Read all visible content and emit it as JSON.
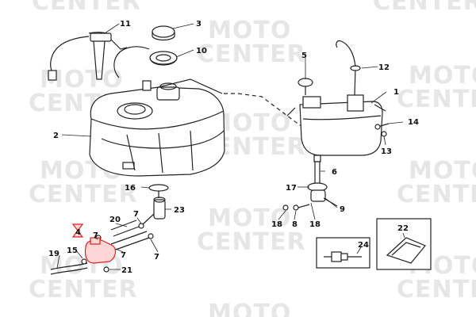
{
  "watermark": {
    "line1": "MOTO",
    "line2": "CENTER"
  },
  "callouts": {
    "c1": "1",
    "c2": "2",
    "c3": "3",
    "c4": "4",
    "c5": "5",
    "c6": "6",
    "c7a": "7",
    "c7b": "7",
    "c7c": "7",
    "c8": "8",
    "c9": "9",
    "c10": "10",
    "c11": "11",
    "c12": "12",
    "c13": "13",
    "c14": "14",
    "c15": "15",
    "c16": "16",
    "c17": "17",
    "c18a": "18",
    "c18b": "18",
    "c19": "19",
    "c20": "20",
    "c21": "21",
    "c22": "22",
    "c23": "23",
    "c24": "24"
  },
  "colors": {
    "highlight": "#e02020",
    "ink": "#222222",
    "watermark": "#e6e6e6"
  }
}
